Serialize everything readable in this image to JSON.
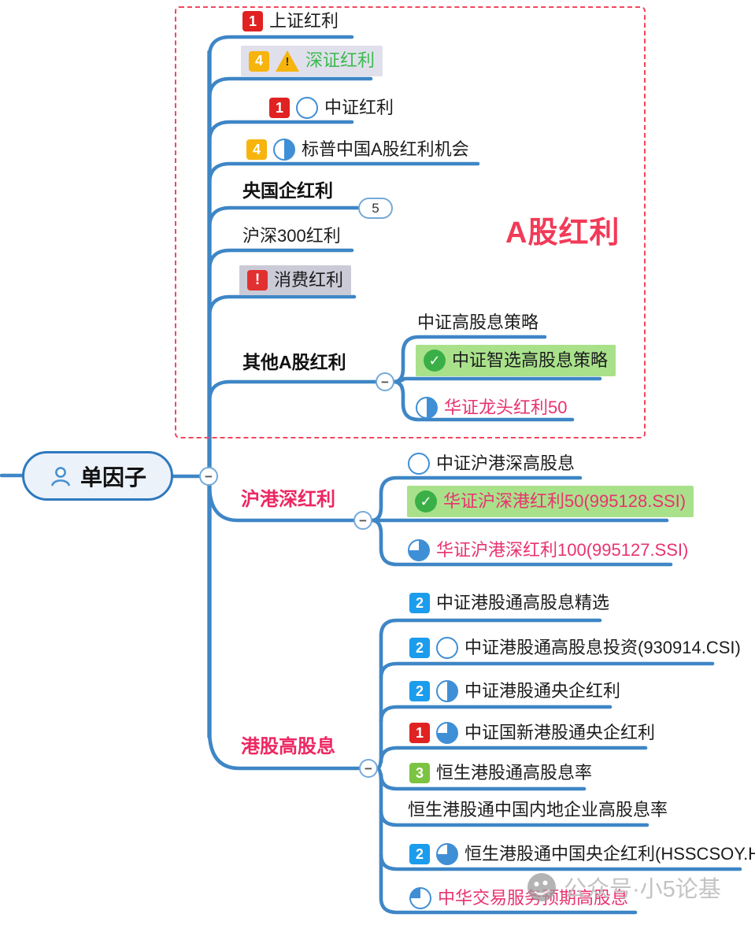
{
  "root": {
    "label": "单因子"
  },
  "boundary": {
    "label": "A股红利"
  },
  "glyphs": {
    "minus": "−"
  },
  "watermark": {
    "text": "公众号·小5论基"
  },
  "a_share": {
    "t1": {
      "label": "上证红利",
      "p": "1"
    },
    "t2": {
      "label": "深证红利",
      "p": "4",
      "warn": "!"
    },
    "t3": {
      "label": "中证红利",
      "p": "1"
    },
    "t4": {
      "label": "标普中国A股红利机会",
      "p": "4"
    },
    "t5": {
      "label": "央国企红利",
      "collapsed_count": "5"
    },
    "t6": {
      "label": "沪深300红利"
    },
    "t7": {
      "label": "消费红利",
      "mark": "!"
    },
    "t8": {
      "label": "其他A股红利",
      "c1": {
        "label": "中证高股息策略"
      },
      "c2": {
        "label": "中证智选高股息策略",
        "check": "✓"
      },
      "c3": {
        "label": "华证龙头红利50"
      }
    }
  },
  "hk_sh_sz": {
    "label": "沪港深红利",
    "c1": {
      "label": "中证沪港深高股息"
    },
    "c2": {
      "label": "华证沪深港红利50(995128.SSI)",
      "check": "✓"
    },
    "c3": {
      "label": "华证沪港深红利100(995127.SSI)"
    }
  },
  "hk": {
    "label": "港股高股息",
    "c1": {
      "label": "中证港股通高股息精选",
      "p": "2"
    },
    "c2": {
      "label": "中证港股通高股息投资(930914.CSI)",
      "p": "2"
    },
    "c3": {
      "label": "中证港股通央企红利",
      "p": "2"
    },
    "c4": {
      "label": "中证国新港股通央企红利",
      "p": "1"
    },
    "c5": {
      "label": "恒生港股通高股息率",
      "p": "3"
    },
    "c6": {
      "label": "恒生港股通中国内地企业高股息率"
    },
    "c7": {
      "label": "恒生港股通中国央企红利(HSSCSOY.HI)",
      "p": "2"
    },
    "c8": {
      "label": "中华交易服务预期高股息"
    }
  },
  "colors": {
    "branch_line": "#3E86C6",
    "boundary_dash": "#F2475F",
    "big_label_red": "#F23A58",
    "branch_label_red": "#ED2762",
    "item_red_text": "#E8336E",
    "green_text": "#3BBA4C",
    "highlight_green": "#A9E18B",
    "highlight_gray": "#CBCBD7",
    "highlight_lavender": "#E0E0EC",
    "priority_1": "#E02222",
    "priority_2": "#1B9CEC",
    "priority_3": "#7CC342",
    "priority_4": "#F6B40C",
    "task_blue": "#3F8FD6",
    "check_green": "#3BAF47"
  }
}
